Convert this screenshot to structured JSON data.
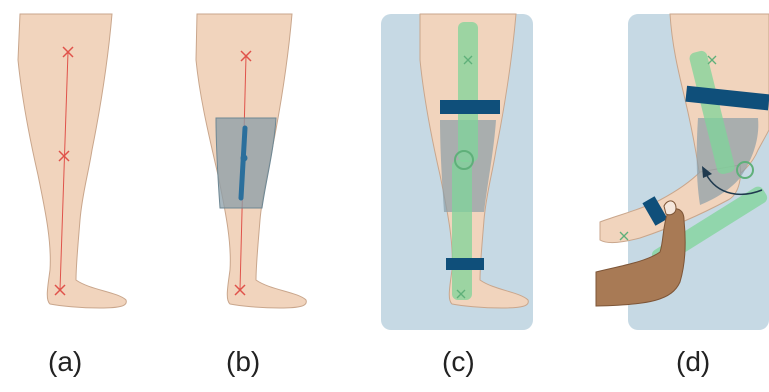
{
  "panels": [
    {
      "label": "(a)"
    },
    {
      "label": "(b)"
    },
    {
      "label": "(c)"
    },
    {
      "label": "(d)"
    }
  ],
  "colors": {
    "skin": "#f1d4bd",
    "skin_outline": "#c9a68c",
    "marker": "#e0524a",
    "sleeve": "#8a9ea8",
    "brace_bar": "#7fd49a",
    "strap": "#0f4f7a",
    "background_panel": "#c6d9e4",
    "hand": "#a87a55"
  },
  "icons": [
    "cross-marker-icon",
    "rotation-arrow-icon",
    "hand-icon"
  ]
}
